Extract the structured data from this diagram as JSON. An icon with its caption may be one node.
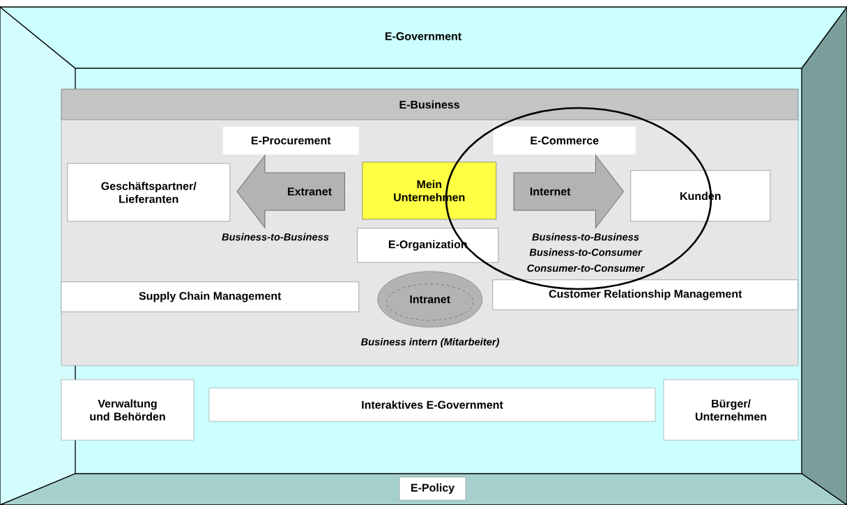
{
  "diagram": {
    "nodes": [
      {
        "text": [
          "E-Government"
        ]
      },
      {
        "text": [
          "E-Business"
        ]
      },
      {
        "text": [
          "E-Procurement"
        ],
        "in": 1
      },
      {
        "text": [
          "E-Commerce"
        ],
        "in": 1
      },
      {
        "text": [
          "Geschäftspartner/ Lieferanten"
        ],
        "in": 1
      },
      {
        "text": [
          "Mein Unternehmen"
        ],
        "in": 1
      },
      {
        "text": [
          "Kunden"
        ],
        "in": 1
      },
      {
        "text": [
          "E-Organization"
        ],
        "in": 1
      },
      {
        "text": [
          "Supply Chain Management"
        ],
        "in": 1
      },
      {
        "text": [
          "Intranet"
        ],
        "in": 1,
        "beside": [
          "Business intern (Mitarbeiter)"
        ]
      },
      {
        "text": [
          "Customer Relationship Management"
        ],
        "in": 1
      },
      {
        "text": [
          "Verwaltung und Behörden"
        ]
      },
      {
        "text": [
          "Interaktives E-Government"
        ]
      },
      {
        "text": [
          "Bürger/ Unternehmen"
        ]
      },
      {
        "text": [
          "E-Policy"
        ]
      }
    ],
    "edges": [
      {
        "from": 5,
        "to": 4,
        "arrow": "to",
        "label": "Extranet"
      },
      {
        "from": 5,
        "to": 6,
        "arrow": "to",
        "label": "Internet"
      }
    ],
    "labels": [
      "Business-to-Business",
      "Business-to-Business",
      "Business-to-Consumer",
      "Consumer-to-Consumer"
    ]
  }
}
